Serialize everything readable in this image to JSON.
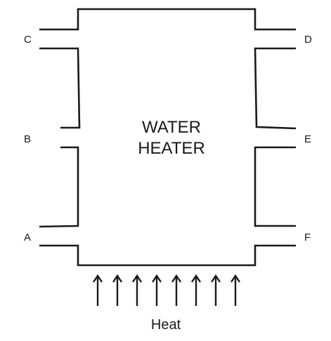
{
  "heater": {
    "title_line1": "WATER",
    "title_line2": "HEATER"
  },
  "ports": {
    "left": [
      "C",
      "B",
      "A"
    ],
    "right": [
      "D",
      "E",
      "F"
    ]
  },
  "heat": {
    "label": "Heat",
    "arrow_count": 8
  }
}
